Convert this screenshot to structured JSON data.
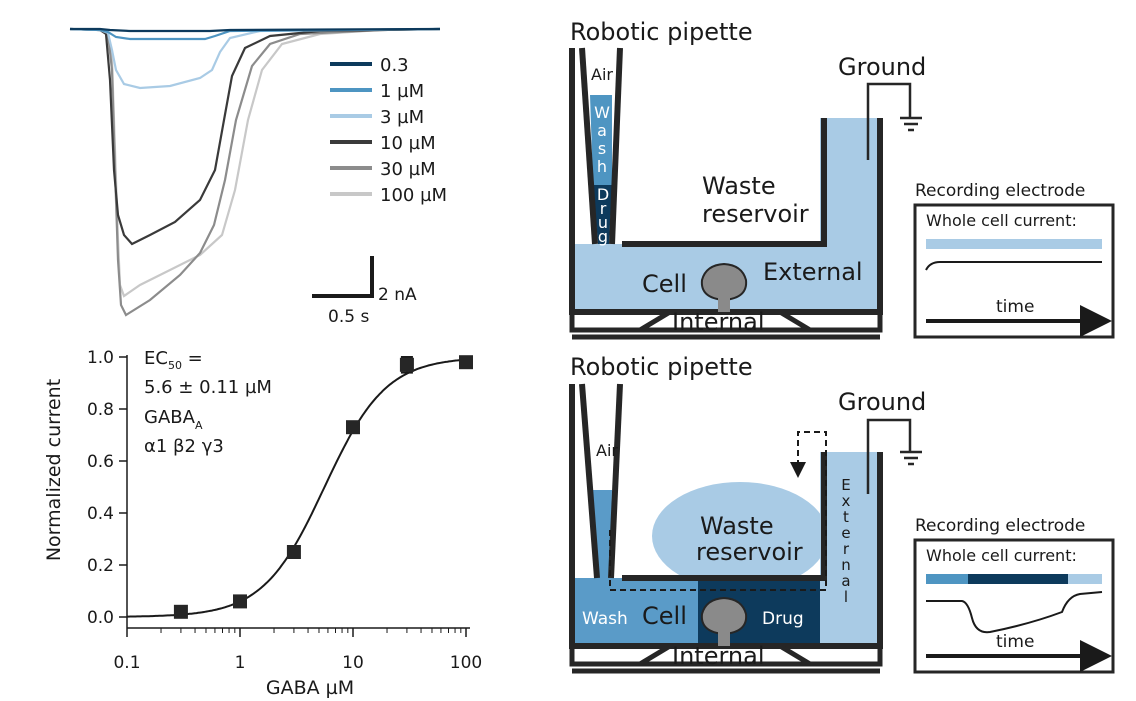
{
  "colors": {
    "darkblue": "#0d3a5c",
    "midblue": "#4e95c2",
    "lightblue": "#a9cbe5",
    "black": "#262626",
    "darkgray": "#5a5a5a",
    "gray": "#8c8c8c",
    "lightgray": "#c8c8c8",
    "fluid": "#a9cbe5",
    "washblue": "#5a9bc8",
    "drugblue": "#0d3a5c",
    "cellgray": "#8a8a8a"
  },
  "traces": {
    "legend": [
      "0.3",
      "1 µM",
      "3 µM",
      "10 µM",
      "30 µM",
      "100 µM"
    ],
    "scalebar_y": "2 nA",
    "scalebar_x": "0.5 s"
  },
  "curve_annotation": {
    "ec50_prefix": "EC",
    "ec50_sub": "50",
    "ec50_suffix": " =",
    "ec50_value": "5.6 ± 0.11 µM",
    "receptor": "GABA",
    "receptor_sub": "A",
    "subunits": "α1 β2 γ3"
  },
  "chart_data": {
    "type": "scatter",
    "xlabel": "GABA µM",
    "ylabel": "Normalized current",
    "xscale": "log",
    "xlim": [
      0.1,
      100
    ],
    "ylim": [
      0.0,
      1.0
    ],
    "xticks": [
      "0.1",
      "1",
      "10",
      "100"
    ],
    "yticks": [
      "0.0",
      "0.2",
      "0.4",
      "0.6",
      "0.8",
      "1.0"
    ],
    "x": [
      0.3,
      1,
      3,
      10,
      30,
      100
    ],
    "y": [
      0.02,
      0.06,
      0.25,
      0.73,
      0.97,
      0.98
    ],
    "yerr": [
      0.005,
      0.01,
      0.015,
      0.02,
      0.03,
      0.01
    ],
    "fit": {
      "ec50": 5.6,
      "hill": 1.6
    }
  },
  "panel_top": {
    "title": "Robotic pipette",
    "ground": "Ground",
    "air": "Air",
    "wash_letters": [
      "W",
      "a",
      "s",
      "h"
    ],
    "drug_letters": [
      "D",
      "r",
      "u",
      "g"
    ],
    "waste_line1": "Waste",
    "waste_line2": "reservoir",
    "cell": "Cell",
    "external": "External",
    "internal": "Internal",
    "recording": "Recording electrode",
    "whole_cell": "Whole cell current:",
    "time": "time"
  },
  "panel_bottom": {
    "title": "Robotic pipette",
    "ground": "Ground",
    "air": "Air",
    "external_letters": [
      "E",
      "x",
      "t",
      "e",
      "r",
      "n",
      "a",
      "l"
    ],
    "waste_line1": "Waste",
    "waste_line2": "reservoir",
    "wash": "Wash",
    "cell": "Cell",
    "drug": "Drug",
    "internal": "Internal",
    "recording": "Recording electrode",
    "whole_cell": "Whole cell current:",
    "time": "time"
  }
}
